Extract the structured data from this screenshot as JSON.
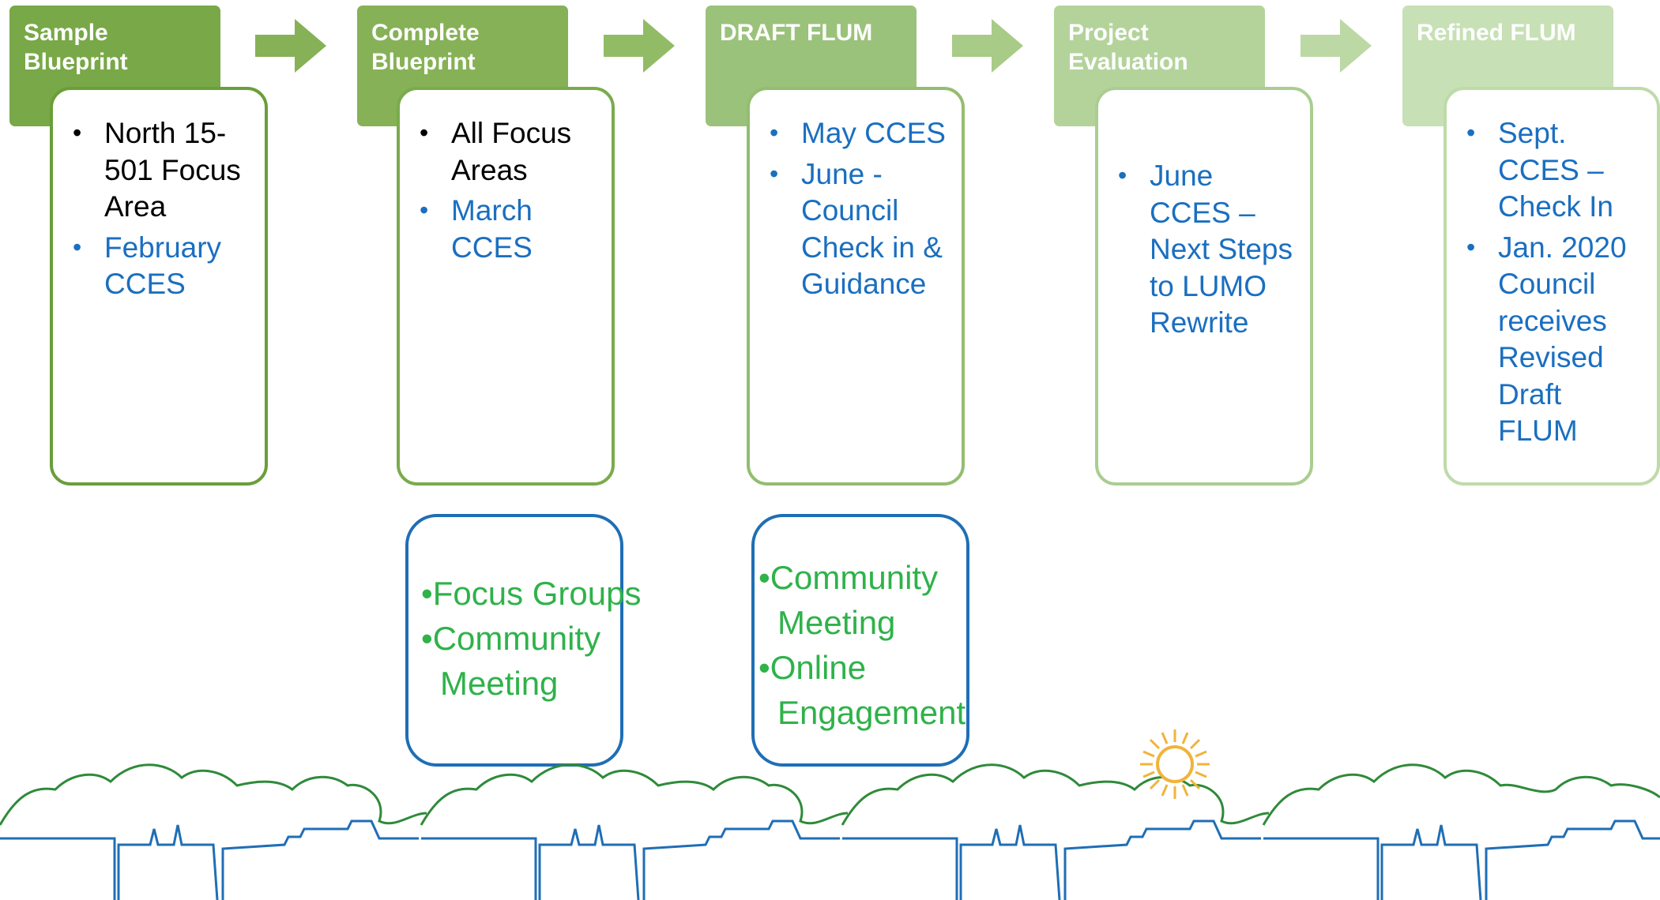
{
  "stages": [
    {
      "title": "Sample Blueprint",
      "header_color": "#78a847",
      "border_color": "#6a9e3a",
      "items": [
        {
          "text": "North 15-501 Focus Area",
          "color": "#000000"
        },
        {
          "text": "February CCES",
          "color": "#1a6fc0"
        }
      ]
    },
    {
      "title": "Complete Blueprint",
      "header_color": "#86b156",
      "border_color": "#7aab4c",
      "items": [
        {
          "text": "All Focus Areas",
          "color": "#000000"
        },
        {
          "text": "March CCES",
          "color": "#1a6fc0"
        }
      ]
    },
    {
      "title": "DRAFT FLUM",
      "header_color": "#9bc27a",
      "border_color": "#94bd70",
      "items": [
        {
          "text": "May CCES",
          "color": "#1a6fc0"
        },
        {
          "text": "June - Council Check in & Guidance",
          "color": "#1a6fc0"
        }
      ]
    },
    {
      "title": "Project Evaluation",
      "header_color": "#b3d39b",
      "border_color": "#aacd91",
      "items": [
        {
          "text": "June CCES – Next Steps to LUMO Rewrite",
          "color": "#1a6fc0"
        }
      ]
    },
    {
      "title": "Refined FLUM",
      "header_color": "#c7e0b5",
      "border_color": "#bedaa9",
      "items": [
        {
          "text": "Sept. CCES – Check In",
          "color": "#1a6fc0"
        },
        {
          "text": "Jan. 2020 Council receives Revised Draft FLUM",
          "color": "#1a6fc0"
        }
      ]
    }
  ],
  "engagement": [
    {
      "items": [
        "Focus Groups",
        "Community Meeting"
      ]
    },
    {
      "items": [
        "Community Meeting",
        "Online Engagement"
      ]
    }
  ],
  "bullet_glyph": "•",
  "arrow_colors": [
    "#86b156",
    "#92bb66",
    "#a8cb88",
    "#bcd8a4"
  ],
  "accent_colors": {
    "engagement_border": "#1f6eb5",
    "engagement_text": "#2fb24a",
    "sun": "#f0b43a",
    "trees": "#2f8a3a",
    "buildings": "#1f6eb5"
  }
}
